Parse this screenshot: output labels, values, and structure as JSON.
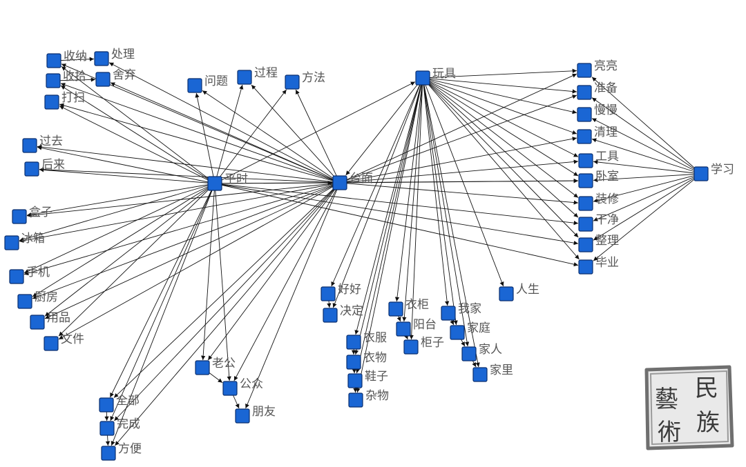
{
  "nodes": {
    "shouna": "收纳",
    "chuli": "处理",
    "shoushi": "收拾",
    "sheqi": "舍弃",
    "dasao": "打扫",
    "wenti": "问题",
    "guocheng": "过程",
    "fangfa": "方法",
    "wanju": "玩具",
    "liangliang": "亮亮",
    "zhunbei": "准备",
    "manman": "慢慢",
    "qingli": "清理",
    "gongju": "工具",
    "woshi": "卧室",
    "zhuangxiu": "装修",
    "ganjing": "干净",
    "zhengli": "整理",
    "biye": "毕业",
    "xuexi": "学习",
    "guoqu": "过去",
    "houlai": "后来",
    "pingshi": "平时",
    "taimian": "台面",
    "hezi": "盒子",
    "bingxiang": "冰箱",
    "shouji": "手机",
    "chufang": "厨房",
    "yongpin": "用品",
    "wenjian": "文件",
    "haohao": "好好",
    "jueding": "决定",
    "yigui": "衣柜",
    "wojia": "我家",
    "rensheng": "人生",
    "yangtai": "阳台",
    "jiating": "家庭",
    "yifu": "衣服",
    "guizi": "柜子",
    "jiaren": "家人",
    "yiwu": "衣物",
    "laogong": "老公",
    "xiezi": "鞋子",
    "jiali": "家里",
    "gongzhong": "公众",
    "zawu": "杂物",
    "quanbu": "全部",
    "pengyou": "朋友",
    "wancheng": "完成",
    "fangbian": "方便"
  },
  "seal": {
    "chars": [
      "民",
      "族",
      "藝",
      "術"
    ]
  },
  "edges": [
    [
      "pingshi",
      "shouna"
    ],
    [
      "pingshi",
      "shoushi"
    ],
    [
      "pingshi",
      "dasao"
    ],
    [
      "pingshi",
      "guoqu"
    ],
    [
      "pingshi",
      "houlai"
    ],
    [
      "pingshi",
      "wenti"
    ],
    [
      "pingshi",
      "guocheng"
    ],
    [
      "pingshi",
      "fangfa"
    ],
    [
      "pingshi",
      "wanju"
    ],
    [
      "pingshi",
      "taimian"
    ],
    [
      "pingshi",
      "hezi"
    ],
    [
      "pingshi",
      "bingxiang"
    ],
    [
      "pingshi",
      "shouji"
    ],
    [
      "pingshi",
      "chufang"
    ],
    [
      "pingshi",
      "yongpin"
    ],
    [
      "pingshi",
      "wenjian"
    ],
    [
      "pingshi",
      "woshi"
    ],
    [
      "pingshi",
      "zhengli"
    ],
    [
      "pingshi",
      "ganjing"
    ],
    [
      "pingshi",
      "biye"
    ],
    [
      "pingshi",
      "laogong"
    ],
    [
      "pingshi",
      "gongzhong"
    ],
    [
      "pingshi",
      "quanbu"
    ],
    [
      "pingshi",
      "wancheng"
    ],
    [
      "pingshi",
      "fangbian"
    ],
    [
      "taimian",
      "shouna"
    ],
    [
      "taimian",
      "shoushi"
    ],
    [
      "taimian",
      "sheqi"
    ],
    [
      "taimian",
      "chuli"
    ],
    [
      "taimian",
      "dasao"
    ],
    [
      "taimian",
      "guoqu"
    ],
    [
      "taimian",
      "houlai"
    ],
    [
      "taimian",
      "guocheng"
    ],
    [
      "taimian",
      "fangfa"
    ],
    [
      "taimian",
      "wenti"
    ],
    [
      "taimian",
      "hezi"
    ],
    [
      "taimian",
      "bingxiang"
    ],
    [
      "taimian",
      "shouji"
    ],
    [
      "taimian",
      "chufang"
    ],
    [
      "taimian",
      "yongpin"
    ],
    [
      "taimian",
      "wenjian"
    ],
    [
      "taimian",
      "woshi"
    ],
    [
      "taimian",
      "gongju"
    ],
    [
      "taimian",
      "qingli"
    ],
    [
      "taimian",
      "zhuangxiu"
    ],
    [
      "taimian",
      "liangliang"
    ],
    [
      "taimian",
      "zhunbei"
    ],
    [
      "taimian",
      "laogong"
    ],
    [
      "taimian",
      "gongzhong"
    ],
    [
      "taimian",
      "pengyou"
    ],
    [
      "taimian",
      "quanbu"
    ],
    [
      "taimian",
      "wancheng"
    ],
    [
      "taimian",
      "fangbian"
    ],
    [
      "wanju",
      "liangliang"
    ],
    [
      "wanju",
      "zhunbei"
    ],
    [
      "wanju",
      "manman"
    ],
    [
      "wanju",
      "qingli"
    ],
    [
      "wanju",
      "gongju"
    ],
    [
      "wanju",
      "woshi"
    ],
    [
      "wanju",
      "zhuangxiu"
    ],
    [
      "wanju",
      "ganjing"
    ],
    [
      "wanju",
      "zhengli"
    ],
    [
      "wanju",
      "biye"
    ],
    [
      "wanju",
      "taimian"
    ],
    [
      "wanju",
      "haohao"
    ],
    [
      "wanju",
      "jueding"
    ],
    [
      "wanju",
      "yifu"
    ],
    [
      "wanju",
      "yiwu"
    ],
    [
      "wanju",
      "xiezi"
    ],
    [
      "wanju",
      "zawu"
    ],
    [
      "wanju",
      "yigui"
    ],
    [
      "wanju",
      "yangtai"
    ],
    [
      "wanju",
      "guizi"
    ],
    [
      "wanju",
      "wojia"
    ],
    [
      "wanju",
      "jiating"
    ],
    [
      "wanju",
      "jiaren"
    ],
    [
      "wanju",
      "jiali"
    ],
    [
      "wanju",
      "rensheng"
    ],
    [
      "xuexi",
      "liangliang"
    ],
    [
      "xuexi",
      "zhunbei"
    ],
    [
      "xuexi",
      "manman"
    ],
    [
      "xuexi",
      "qingli"
    ],
    [
      "xuexi",
      "gongju"
    ],
    [
      "xuexi",
      "woshi"
    ],
    [
      "xuexi",
      "zhuangxiu"
    ],
    [
      "xuexi",
      "ganjing"
    ],
    [
      "xuexi",
      "zhengli"
    ],
    [
      "xuexi",
      "biye"
    ],
    [
      "shouna",
      "chuli"
    ],
    [
      "shoushi",
      "sheqi"
    ],
    [
      "yigui",
      "yangtai"
    ],
    [
      "yangtai",
      "guizi"
    ],
    [
      "wojia",
      "jiating"
    ],
    [
      "jiating",
      "jiaren"
    ],
    [
      "jiaren",
      "jiali"
    ],
    [
      "yifu",
      "yiwu"
    ],
    [
      "yiwu",
      "xiezi"
    ],
    [
      "xiezi",
      "zawu"
    ],
    [
      "haohao",
      "jueding"
    ],
    [
      "laogong",
      "gongzhong"
    ],
    [
      "gongzhong",
      "pengyou"
    ],
    [
      "quanbu",
      "wancheng"
    ],
    [
      "wancheng",
      "fangbian"
    ]
  ]
}
